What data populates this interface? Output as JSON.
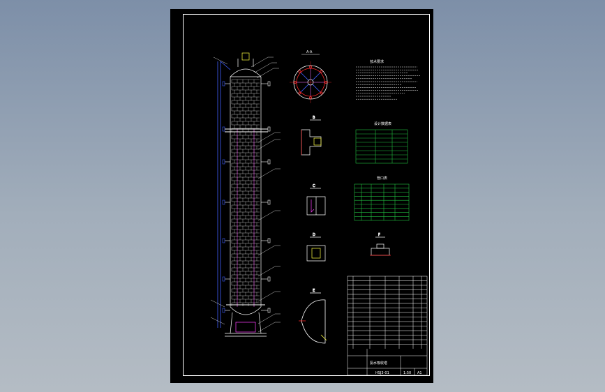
{
  "colors": {
    "background": "#8c9cb0",
    "sheet": "#000000",
    "line_white": "#ffffff",
    "line_red": "#ff2a2a",
    "line_blue": "#4060ff",
    "line_green": "#20c040",
    "line_magenta": "#ff40ff",
    "line_yellow": "#ffff40",
    "line_cyan": "#40ffff"
  },
  "drawing": {
    "title_block_name": "氨水吸收塔",
    "title_block_code": "HSJ3-01",
    "title_block_scale": "1:50",
    "revision_label": "A1",
    "section_tag_1": "A-A",
    "section_tag_2": "B",
    "section_tag_3": "C",
    "section_tag_4": "D",
    "section_tag_5": "E",
    "tech_req_title": "技术要求",
    "design_table_title": "设计数据表",
    "nozzle_table_title": "管口表",
    "bottom_detail_title": "F"
  },
  "icons": {
    "tower": "tower-icon",
    "section_view": "flange-section-icon",
    "head_view": "elliptical-head-icon"
  }
}
